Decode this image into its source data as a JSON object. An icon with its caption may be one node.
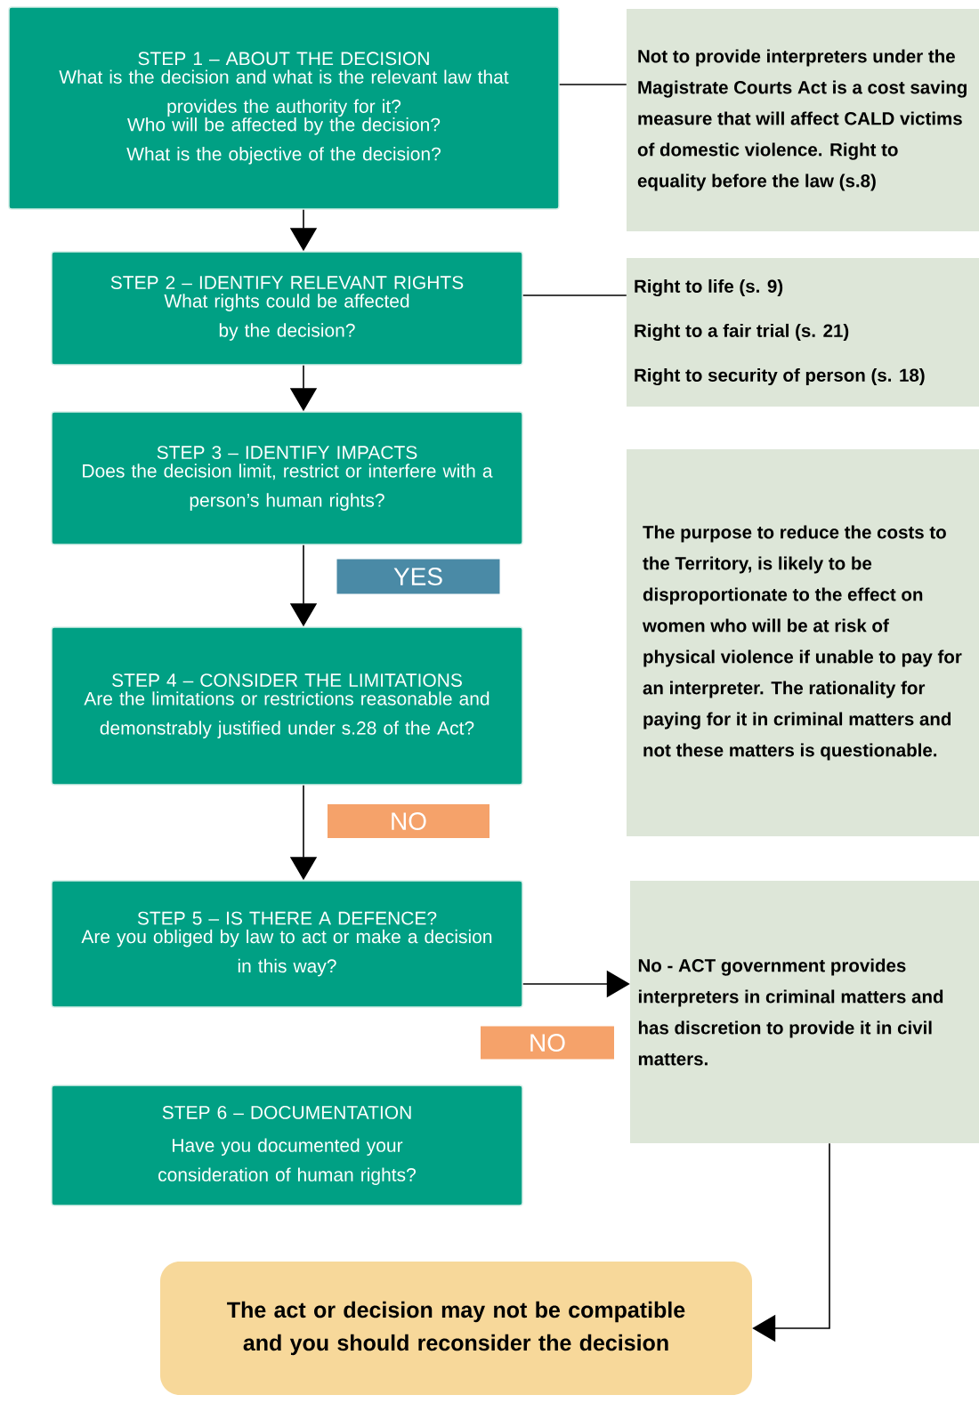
{
  "diagram": {
    "nodes": [
      {
        "text": [
          "STEP 1 – ABOUT THE DECISION",
          "What is the decision and what is the relevant law that provides the authority for it?",
          "Who will be affected by the decision?",
          "What is the objective of the decision?"
        ]
      },
      {
        "text": [
          "Not to provide interpreters under the Magistrate Courts Act is a cost saving measure that will affect CALD victims of domestic violence. Right to equality before the law (s.8)"
        ]
      },
      {
        "text": [
          "STEP 2 – IDENTIFY RELEVANT RIGHTS",
          "What rights could be affected by the decision?"
        ]
      },
      {
        "text": [
          "Right to life (s. 9)",
          "Right to a fair trial (s. 21)",
          "Right to security of person (s. 18)"
        ]
      },
      {
        "text": [
          "STEP 3 – IDENTIFY IMPACTS",
          "Does the decision limit, restrict or interfere with a person’s human rights?"
        ]
      },
      {
        "text": [
          "STEP 4 – CONSIDER THE LIMITATIONS",
          "Are the limitations or restrictions reasonable and demonstrably justified under s.28 of the Act?"
        ]
      },
      {
        "text": [
          "The purpose to reduce the costs to the Territory, is likely to be disproportionate to the effect on women who will be at risk of physical violence if unable to pay for an interpreter. The rationality for paying for it in criminal matters and not these matters is questionable."
        ]
      },
      {
        "text": [
          "STEP 5 – IS THERE A DEFENCE?",
          "Are you obliged by law to act or make a decision in this way?"
        ]
      },
      {
        "text": [
          "No - ACT government provides interpreters in criminal matters and has discretion to provide it in civil matters."
        ]
      },
      {
        "text": [
          "STEP 6 – DOCUMENTATION",
          "Have you documented your consideration of human rights?"
        ]
      },
      {
        "text": [
          "The act or decision may not be compatible and you should reconsider the decision"
        ]
      }
    ],
    "edges": [
      {
        "from": 0,
        "to": 2,
        "arrow": "to"
      },
      {
        "from": 0,
        "to": 1,
        "arrow": "none"
      },
      {
        "from": 2,
        "to": 3,
        "arrow": "none"
      },
      {
        "from": 2,
        "to": 4,
        "arrow": "to"
      },
      {
        "from": 4,
        "to": 5,
        "arrow": "to",
        "label": "YES"
      },
      {
        "from": 5,
        "to": 7,
        "arrow": "to",
        "label": "NO"
      },
      {
        "from": 7,
        "to": 8,
        "arrow": "to",
        "label": "NO"
      },
      {
        "from": 8,
        "to": 10,
        "arrow": "to"
      }
    ]
  }
}
